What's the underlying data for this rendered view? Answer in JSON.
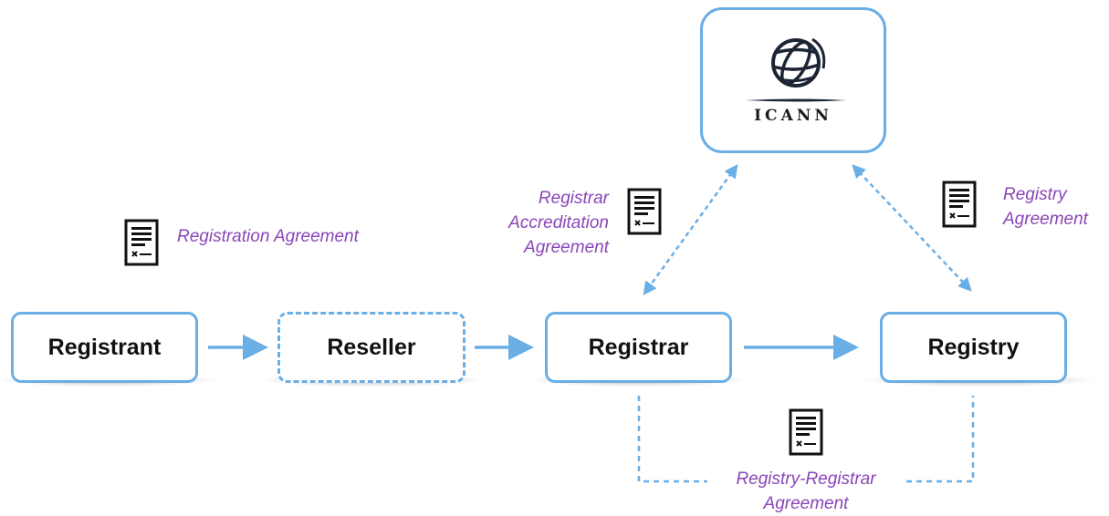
{
  "colors": {
    "box_border": "#6aaee6",
    "arrow": "#6aaee6",
    "agreement_text": "#8a45b8",
    "entity_text": "#111111"
  },
  "entities": {
    "registrant": "Registrant",
    "reseller": "Reseller",
    "registrar": "Registrar",
    "registry": "Registry"
  },
  "icann": {
    "label": "ICANN",
    "logo_icon": "globe-icon"
  },
  "agreements": {
    "registration": "Registration Agreement",
    "registrar_accreditation": [
      "Registrar",
      "Accreditation",
      "Agreement"
    ],
    "registry": [
      "Registry",
      "Agreement"
    ],
    "registry_registrar": [
      "Registry-Registrar",
      "Agreement"
    ]
  },
  "icons": {
    "agreement_document": "document-icon"
  }
}
